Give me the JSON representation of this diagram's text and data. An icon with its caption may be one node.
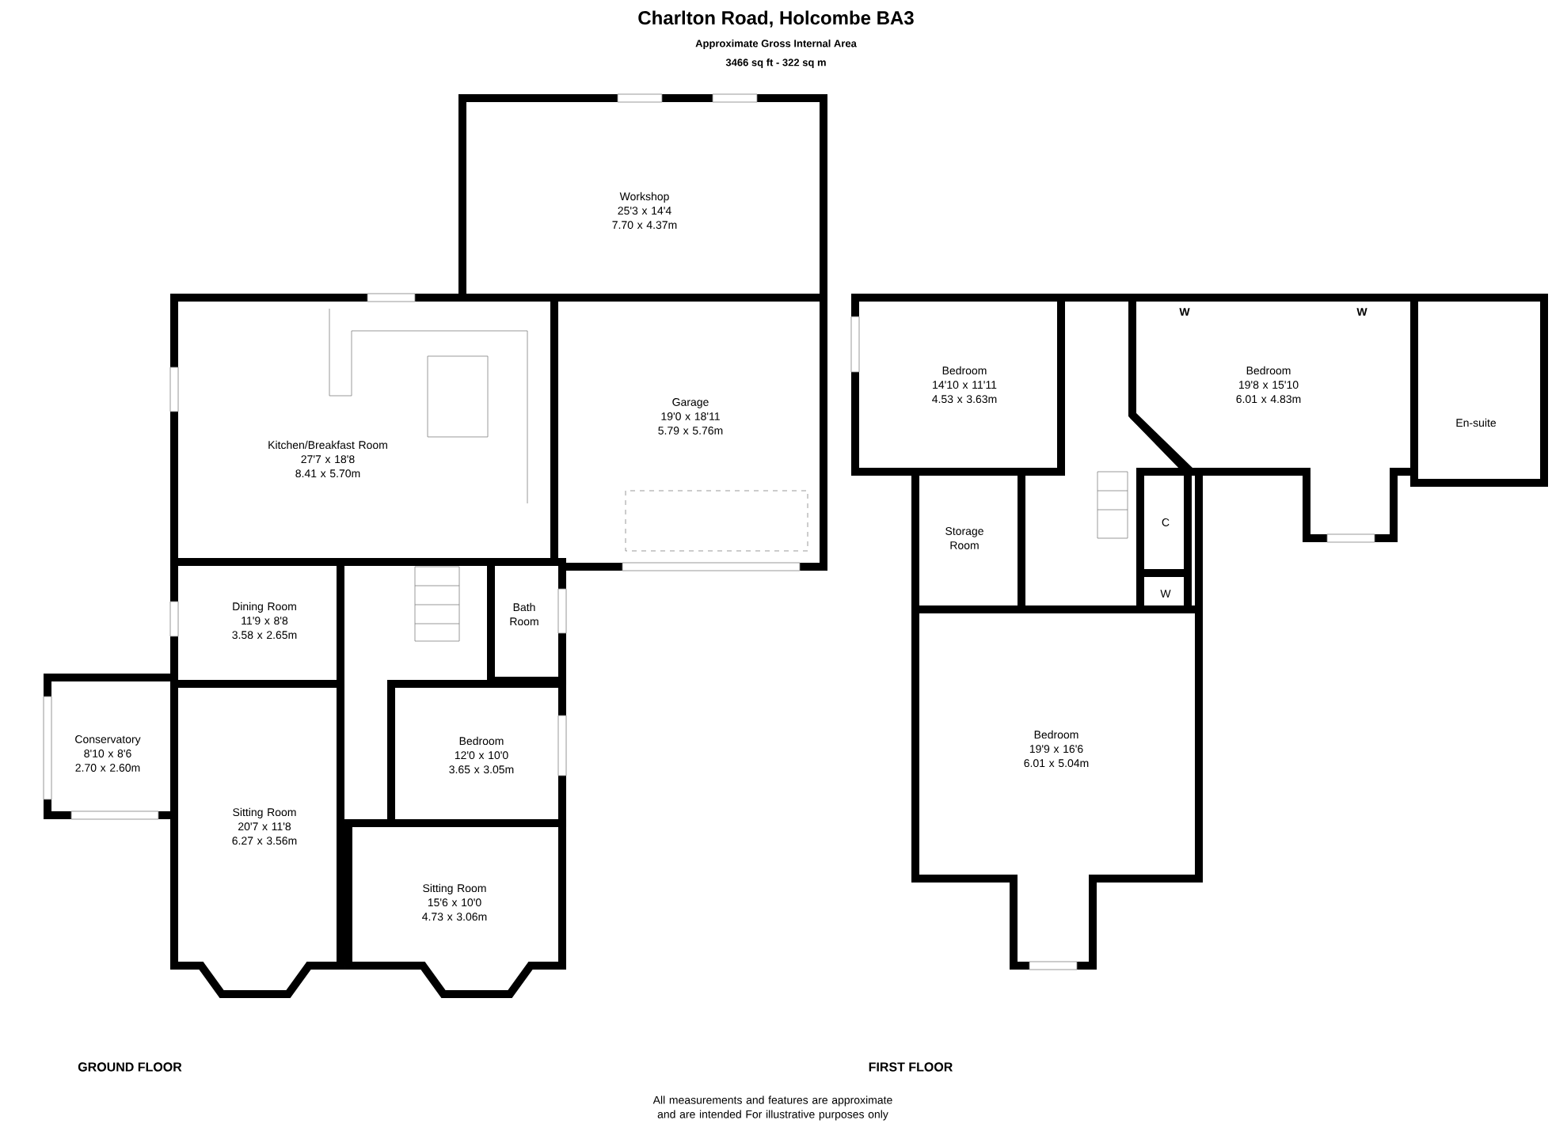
{
  "diagram": {
    "title": "Charlton Road, Holcombe BA3",
    "caption": "All measurements and features are approximate and are intended For illustrative purposes only",
    "nodes": [
      {
        "text": [
          "Workshop",
          "25'3 x 14'4",
          "7.70 x 4.37m"
        ]
      },
      {
        "text": [
          "Kitchen/Breakfast Room",
          "27'7 x 18'8",
          "8.41 x 5.70m"
        ]
      },
      {
        "text": [
          "Garage",
          "19'0 x 18'11",
          "5.79 x 5.76m"
        ]
      },
      {
        "text": [
          "Dining Room",
          "11'9 x 8'8",
          "3.58 x 2.65m"
        ]
      },
      {
        "text": [
          "Bath Room"
        ]
      },
      {
        "text": [
          "Conservatory",
          "8'10 x 8'6",
          "2.70 x 2.60m"
        ]
      },
      {
        "text": [
          "Bedroom",
          "12'0 x 10'0",
          "3.65 x 3.05m"
        ]
      },
      {
        "text": [
          "Sitting Room",
          "20'7 x 11'8",
          "6.27 x 3.56m"
        ]
      },
      {
        "text": [
          "Sitting Room",
          "15'6 x 10'0",
          "4.73 x 3.06m"
        ]
      },
      {
        "text": [
          "Bedroom",
          "14'10 x 11'11",
          "4.53 x 3.63m"
        ]
      },
      {
        "text": [
          "Bedroom",
          "19'8 x 15'10",
          "6.01 x 4.83m"
        ]
      },
      {
        "text": [
          "En-suite"
        ]
      },
      {
        "text": [
          "Storage Room"
        ]
      },
      {
        "text": [
          "C"
        ]
      },
      {
        "text": [
          "W"
        ]
      },
      {
        "text": [
          "Bedroom",
          "19'9 x 16'6",
          "6.01 x 5.04m"
        ]
      }
    ],
    "labels": [
      "Approximate Gross Internal Area",
      "3466 sq ft - 322 sq m",
      "W",
      "W",
      "GROUND FLOOR",
      "FIRST FLOOR"
    ]
  }
}
